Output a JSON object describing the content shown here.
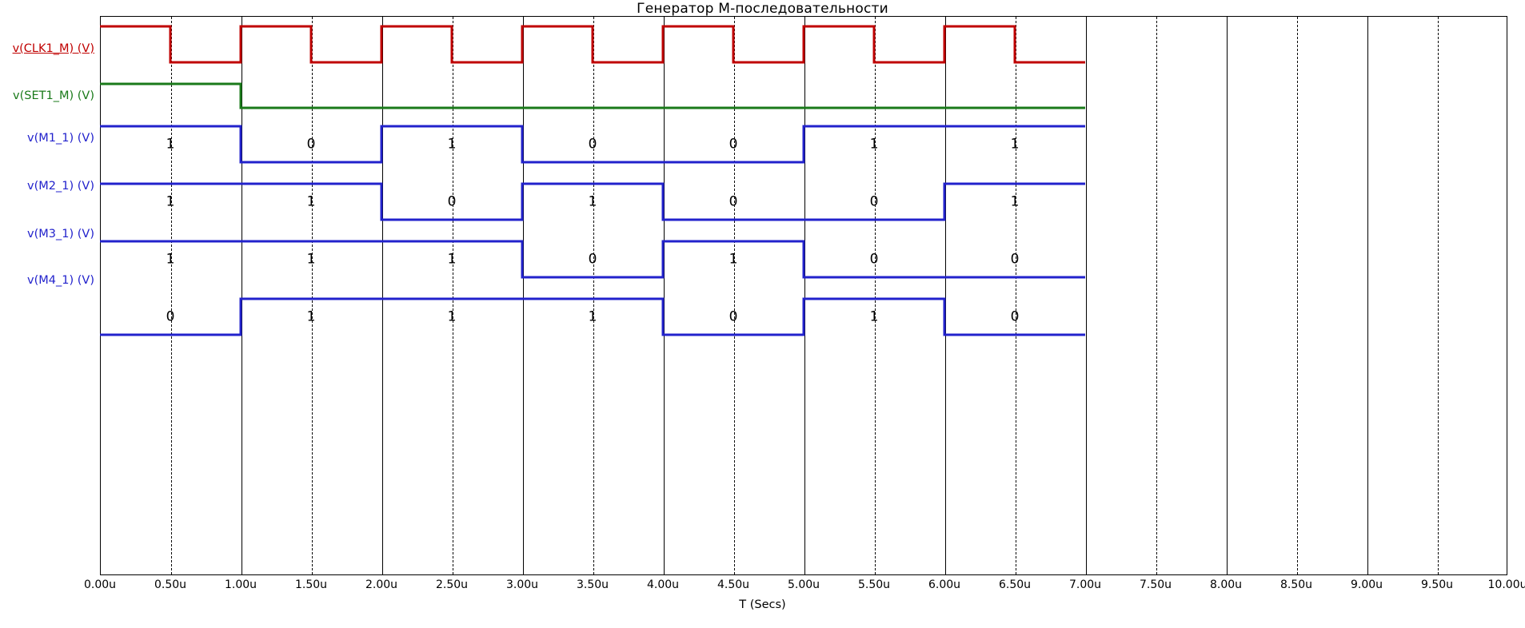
{
  "chart_data": {
    "type": "line",
    "title": "Генератор М-последовательности",
    "xlabel": "T (Secs)",
    "ylabel": "",
    "grid": true,
    "legend_position": "left-axis-labels",
    "xlim": [
      0,
      10
    ],
    "x_unit": "u",
    "x_tick_labels": [
      "0.00u",
      "0.50u",
      "1.00u",
      "1.50u",
      "2.00u",
      "2.50u",
      "3.00u",
      "3.50u",
      "4.00u",
      "4.50u",
      "5.00u",
      "5.50u",
      "6.00u",
      "6.50u",
      "7.00u",
      "7.50u",
      "8.00u",
      "8.50u",
      "9.00u",
      "9.50u",
      "10.00u"
    ],
    "x_tick_values": [
      0,
      0.5,
      1,
      1.5,
      2,
      2.5,
      3,
      3.5,
      4,
      4.5,
      5,
      5.5,
      6,
      6.5,
      7,
      7.5,
      8,
      8.5,
      9,
      9.5,
      10
    ],
    "data_end_time": 7,
    "series": [
      {
        "name": "v(CLK1_M) (V)",
        "color": "#c00000",
        "row": 0,
        "kind": "clock",
        "clock_period": 1.0,
        "clock_duty": 0.5,
        "clock_start_level": 1,
        "transitions": [
          {
            "t": 0.0,
            "v": 1
          },
          {
            "t": 0.5,
            "v": 0
          },
          {
            "t": 1.0,
            "v": 1
          },
          {
            "t": 1.5,
            "v": 0
          },
          {
            "t": 2.0,
            "v": 1
          },
          {
            "t": 2.5,
            "v": 0
          },
          {
            "t": 3.0,
            "v": 1
          },
          {
            "t": 3.5,
            "v": 0
          },
          {
            "t": 4.0,
            "v": 1
          },
          {
            "t": 4.5,
            "v": 0
          },
          {
            "t": 5.0,
            "v": 1
          },
          {
            "t": 5.5,
            "v": 0
          },
          {
            "t": 6.0,
            "v": 1
          },
          {
            "t": 6.5,
            "v": 0
          },
          {
            "t": 7.0,
            "v": 0
          }
        ],
        "bits": []
      },
      {
        "name": "v(SET1_M) (V)",
        "color": "#1a7a1a",
        "row": 1,
        "kind": "level",
        "transitions": [
          {
            "t": 0.0,
            "v": 1
          },
          {
            "t": 1.0,
            "v": 0
          },
          {
            "t": 7.0,
            "v": 0
          }
        ],
        "bits": []
      },
      {
        "name": "v(M1_1) (V)",
        "color": "#2222cc",
        "row": 2,
        "kind": "data",
        "bits": [
          "1",
          "0",
          "1",
          "0",
          "0",
          "1",
          "1"
        ],
        "transitions": [
          {
            "t": 0.0,
            "v": 1
          },
          {
            "t": 1.0,
            "v": 0
          },
          {
            "t": 2.0,
            "v": 1
          },
          {
            "t": 3.0,
            "v": 0
          },
          {
            "t": 4.0,
            "v": 0
          },
          {
            "t": 5.0,
            "v": 1
          },
          {
            "t": 6.0,
            "v": 1
          },
          {
            "t": 7.0,
            "v": 1
          }
        ]
      },
      {
        "name": "v(M2_1) (V)",
        "color": "#2222cc",
        "row": 3,
        "kind": "data",
        "bits": [
          "1",
          "1",
          "0",
          "1",
          "0",
          "0",
          "1"
        ],
        "transitions": [
          {
            "t": 0.0,
            "v": 1
          },
          {
            "t": 1.0,
            "v": 1
          },
          {
            "t": 2.0,
            "v": 0
          },
          {
            "t": 3.0,
            "v": 1
          },
          {
            "t": 4.0,
            "v": 0
          },
          {
            "t": 5.0,
            "v": 0
          },
          {
            "t": 6.0,
            "v": 1
          },
          {
            "t": 7.0,
            "v": 1
          }
        ]
      },
      {
        "name": "v(M3_1) (V)",
        "color": "#2222cc",
        "row": 4,
        "kind": "data",
        "bits": [
          "1",
          "1",
          "1",
          "0",
          "1",
          "0",
          "0"
        ],
        "transitions": [
          {
            "t": 0.0,
            "v": 1
          },
          {
            "t": 1.0,
            "v": 1
          },
          {
            "t": 2.0,
            "v": 1
          },
          {
            "t": 3.0,
            "v": 0
          },
          {
            "t": 4.0,
            "v": 1
          },
          {
            "t": 5.0,
            "v": 0
          },
          {
            "t": 6.0,
            "v": 0
          },
          {
            "t": 7.0,
            "v": 0
          }
        ]
      },
      {
        "name": "v(M4_1) (V)",
        "color": "#2222cc",
        "row": 5,
        "kind": "data",
        "bits": [
          "0",
          "1",
          "1",
          "1",
          "0",
          "1",
          "0"
        ],
        "transitions": [
          {
            "t": 0.0,
            "v": 0
          },
          {
            "t": 1.0,
            "v": 1
          },
          {
            "t": 2.0,
            "v": 1
          },
          {
            "t": 3.0,
            "v": 1
          },
          {
            "t": 4.0,
            "v": 0
          },
          {
            "t": 5.0,
            "v": 1
          },
          {
            "t": 6.0,
            "v": 0
          },
          {
            "t": 7.0,
            "v": 0
          }
        ]
      }
    ]
  },
  "colors": {
    "clock": "#c00000",
    "set": "#1a7a1a",
    "data": "#2222cc",
    "axis": "#000000",
    "background": "#ffffff"
  }
}
